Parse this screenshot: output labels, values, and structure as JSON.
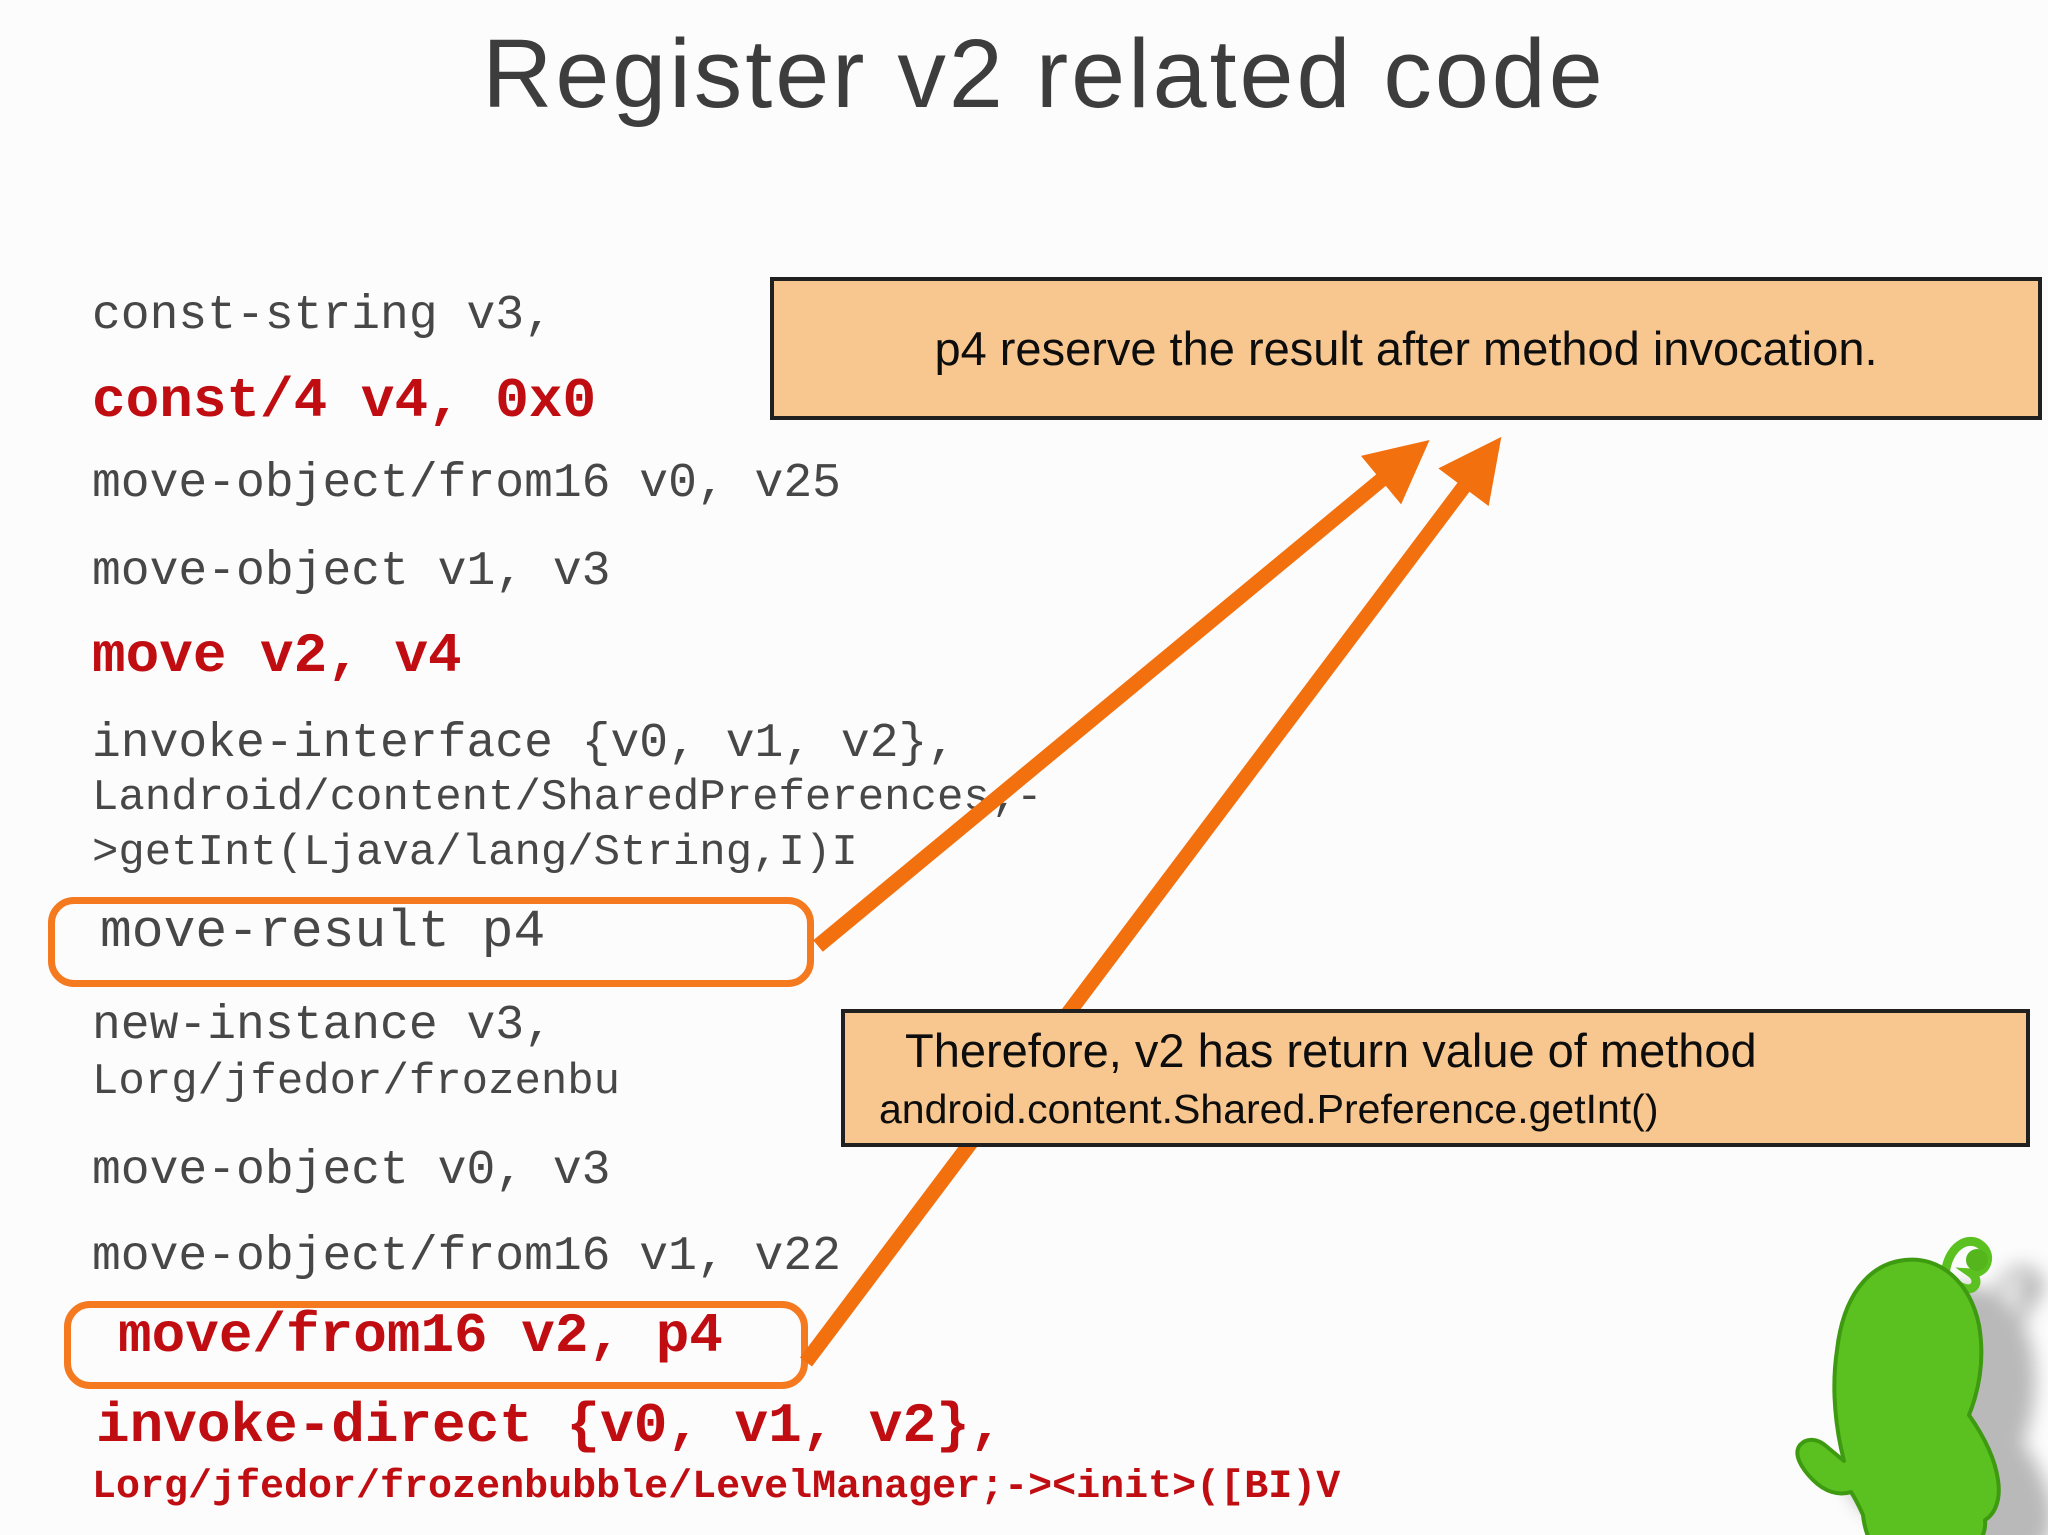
{
  "slide": {
    "title": "Register v2 related code"
  },
  "code": {
    "lines": [
      {
        "text": "const-string v3,",
        "em": false,
        "boxed": false
      },
      {
        "text": "const/4 v4, 0x0",
        "em": true,
        "boxed": false
      },
      {
        "text": "move-object/from16 v0, v25",
        "em": false,
        "boxed": false
      },
      {
        "text": "move-object v1, v3",
        "em": false,
        "boxed": false
      },
      {
        "text": "move v2, v4",
        "em": true,
        "boxed": false
      },
      {
        "text": "invoke-interface {v0, v1, v2},",
        "em": false,
        "boxed": false
      },
      {
        "text": "Landroid/content/SharedPreferences;-",
        "em": false,
        "boxed": false
      },
      {
        "text": ">getInt(Ljava/lang/String,I)I",
        "em": false,
        "boxed": false
      },
      {
        "text": "move-result p4",
        "em": false,
        "boxed": true
      },
      {
        "text": "new-instance v3,",
        "em": false,
        "boxed": false
      },
      {
        "text": "Lorg/jfedor/frozenbu",
        "em": false,
        "boxed": false
      },
      {
        "text": "move-object v0, v3",
        "em": false,
        "boxed": false
      },
      {
        "text": "move-object/from16 v1, v22",
        "em": false,
        "boxed": false
      },
      {
        "text": "move/from16 v2, p4",
        "em": true,
        "boxed": true
      },
      {
        "text": "invoke-direct {v0, v1, v2},",
        "em": true,
        "boxed": false
      },
      {
        "text": "Lorg/jfedor/frozenbubble/LevelManager;-><init>([BI)V",
        "em": true,
        "boxed": false
      }
    ]
  },
  "callouts": {
    "top": {
      "text": "p4 reserve the result after method invocation."
    },
    "middle": {
      "line1": "Therefore, v2 has return value of method",
      "line2": "android.content.Shared.Preference.getInt()"
    }
  },
  "colors": {
    "code_gray": "#474747",
    "code_red": "#c00d12",
    "highlight_orange": "#f4791f",
    "arrow_orange": "#f3700e",
    "callout_fill": "#f8c790",
    "callout_border": "#202020",
    "glove_green": "#5bc120"
  },
  "decor": {
    "glove": "green-glove-mascot"
  }
}
